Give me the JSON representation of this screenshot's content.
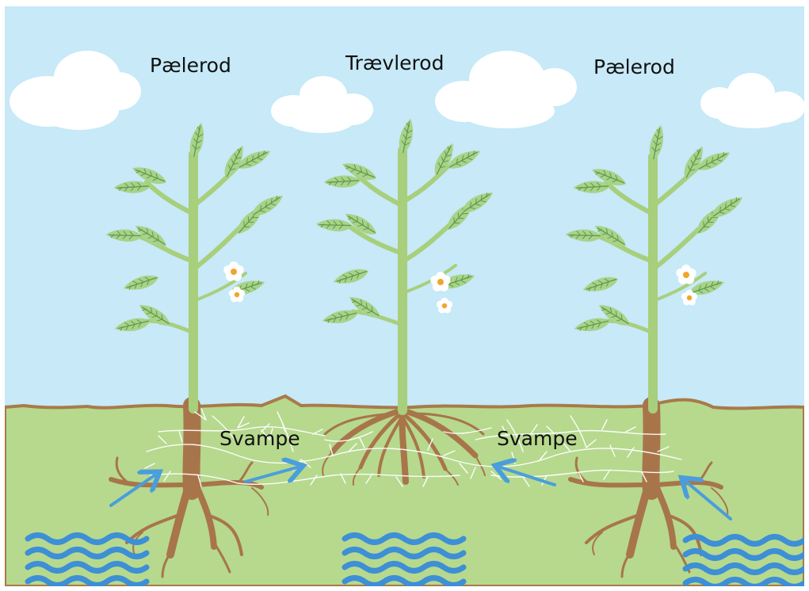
{
  "labels": {
    "left_root": "Pælerod",
    "middle_root": "Trævlerod",
    "right_root": "Pælerod",
    "fungi_left": "Svampe",
    "fungi_right": "Svampe"
  },
  "colors": {
    "sky": "#c7e9f8",
    "ground": "#b6d98e",
    "soil_line": "#a87a4a",
    "stem": "#a8cf7b",
    "leaf": "#a8d38a",
    "leaf_vein": "#5e9a48",
    "root": "#a8754a",
    "fungi": "#ffffff",
    "arrow": "#4a9edb",
    "water": "#3d8fd6",
    "cloud": "#ffffff",
    "flower": "#ffffff",
    "flower_center": "#f0a52d"
  },
  "icons": [
    "cloud-icon",
    "leaf-icon",
    "flower-icon",
    "water-wave-icon",
    "arrow-icon"
  ]
}
